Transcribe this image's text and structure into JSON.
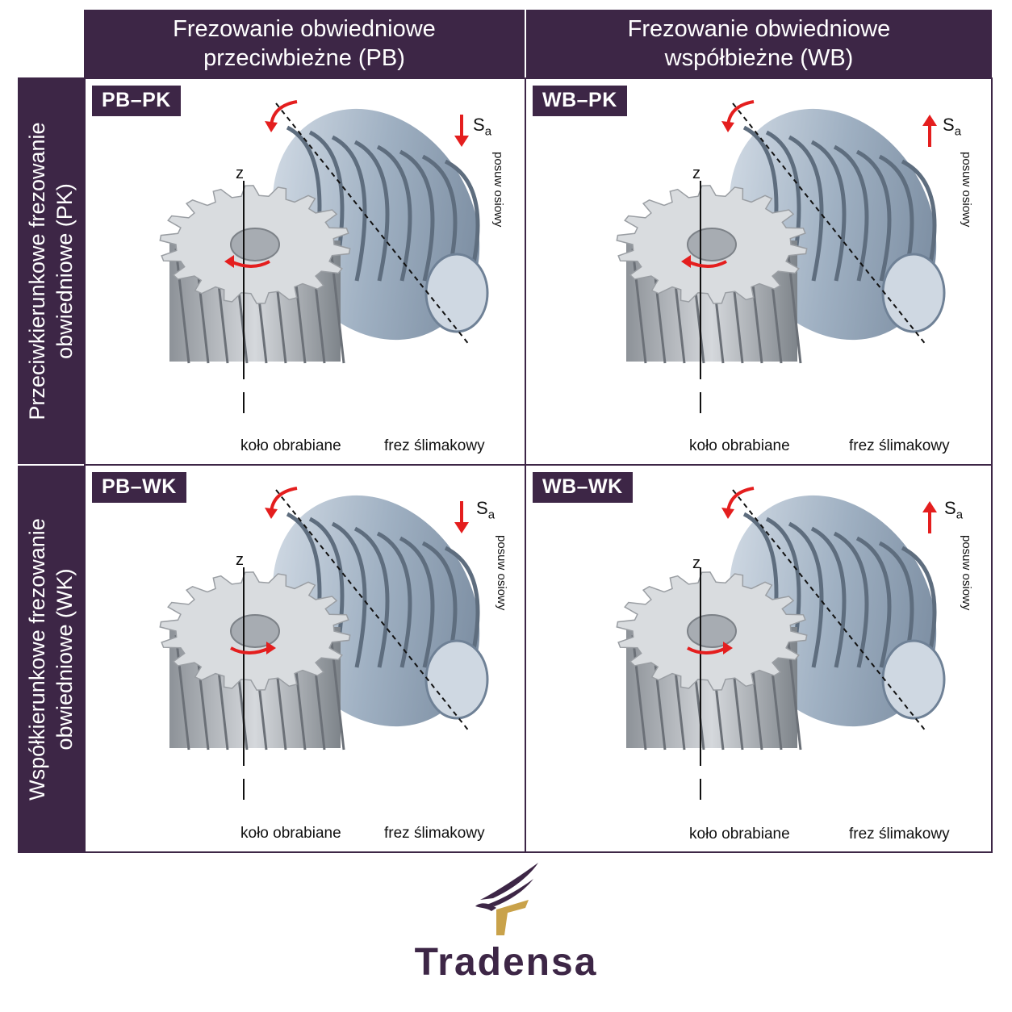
{
  "columns": [
    {
      "line1": "Frezowanie obwiedniowe",
      "line2": "przeciwbieżne (PB)"
    },
    {
      "line1": "Frezowanie obwiedniowe",
      "line2": "współbieżne (WB)"
    }
  ],
  "rows": [
    {
      "line1": "Przeciwkierunkowe frezowanie",
      "line2": "obwiedniowe (PK)"
    },
    {
      "line1": "Współkierunkowe frezowanie",
      "line2": "obwiedniowe (WK)"
    }
  ],
  "cells": [
    {
      "tag": "PB–PK",
      "left_caption": "koło obrabiane",
      "right_caption": "frez ślimakowy",
      "z": "z",
      "feed_symbol": "S",
      "feed_sub": "a",
      "feed_label": "posuw osiowy",
      "feed_direction": "down",
      "gear_rotation": "counterclockwise"
    },
    {
      "tag": "WB–PK",
      "left_caption": "koło obrabiane",
      "right_caption": "frez ślimakowy",
      "z": "z",
      "feed_symbol": "S",
      "feed_sub": "a",
      "feed_label": "posuw osiowy",
      "feed_direction": "up",
      "gear_rotation": "counterclockwise"
    },
    {
      "tag": "PB–WK",
      "left_caption": "koło obrabiane",
      "right_caption": "frez ślimakowy",
      "z": "z",
      "feed_symbol": "S",
      "feed_sub": "a",
      "feed_label": "posuw osiowy",
      "feed_direction": "down",
      "gear_rotation": "clockwise"
    },
    {
      "tag": "WB–WK",
      "left_caption": "koło obrabiane",
      "right_caption": "frez ślimakowy",
      "z": "z",
      "feed_symbol": "S",
      "feed_sub": "a",
      "feed_label": "posuw osiowy",
      "feed_direction": "up",
      "gear_rotation": "clockwise"
    }
  ],
  "brand": {
    "name": "Tradensa"
  },
  "colors": {
    "header": "#3d2646",
    "arrow": "#e41e1e",
    "gold": "#c9a24a"
  }
}
